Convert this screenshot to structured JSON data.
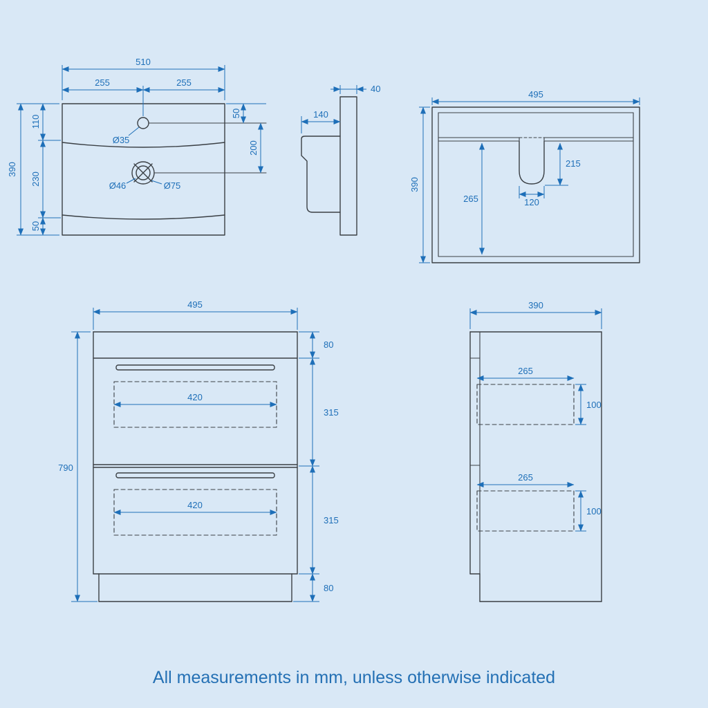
{
  "colors": {
    "background": "#d9e8f6",
    "outline": "#3a3f44",
    "dimension": "#1e6fb8"
  },
  "views": {
    "basin_front": {
      "w_total": "510",
      "w_left": "255",
      "w_right": "255",
      "h_total": "390",
      "seg_top": "110",
      "seg_mid": "230",
      "seg_bottom": "50",
      "tap_offset": "50",
      "tap_to_drain": "200",
      "tap_hole": "Ø35",
      "drain_inner": "Ø46",
      "drain_outer": "Ø75"
    },
    "basin_side": {
      "rim_thickness": "40",
      "bowl_depth": "140"
    },
    "cabinet_top": {
      "width": "495",
      "depth": "390",
      "inner_depth": "265",
      "cutout_depth": "215",
      "cutout_width": "120"
    },
    "cabinet_front": {
      "width": "495",
      "height": "790",
      "top_rail": "80",
      "upper_drawer": "315",
      "lower_drawer": "315",
      "plinth": "80",
      "upper_box_width": "420",
      "lower_box_width": "420"
    },
    "cabinet_side": {
      "depth": "390",
      "upper_box_depth": "265",
      "upper_box_height": "100",
      "lower_box_depth": "265",
      "lower_box_height": "100"
    }
  },
  "footer": {
    "note": "All measurements in mm, unless otherwise indicated"
  }
}
